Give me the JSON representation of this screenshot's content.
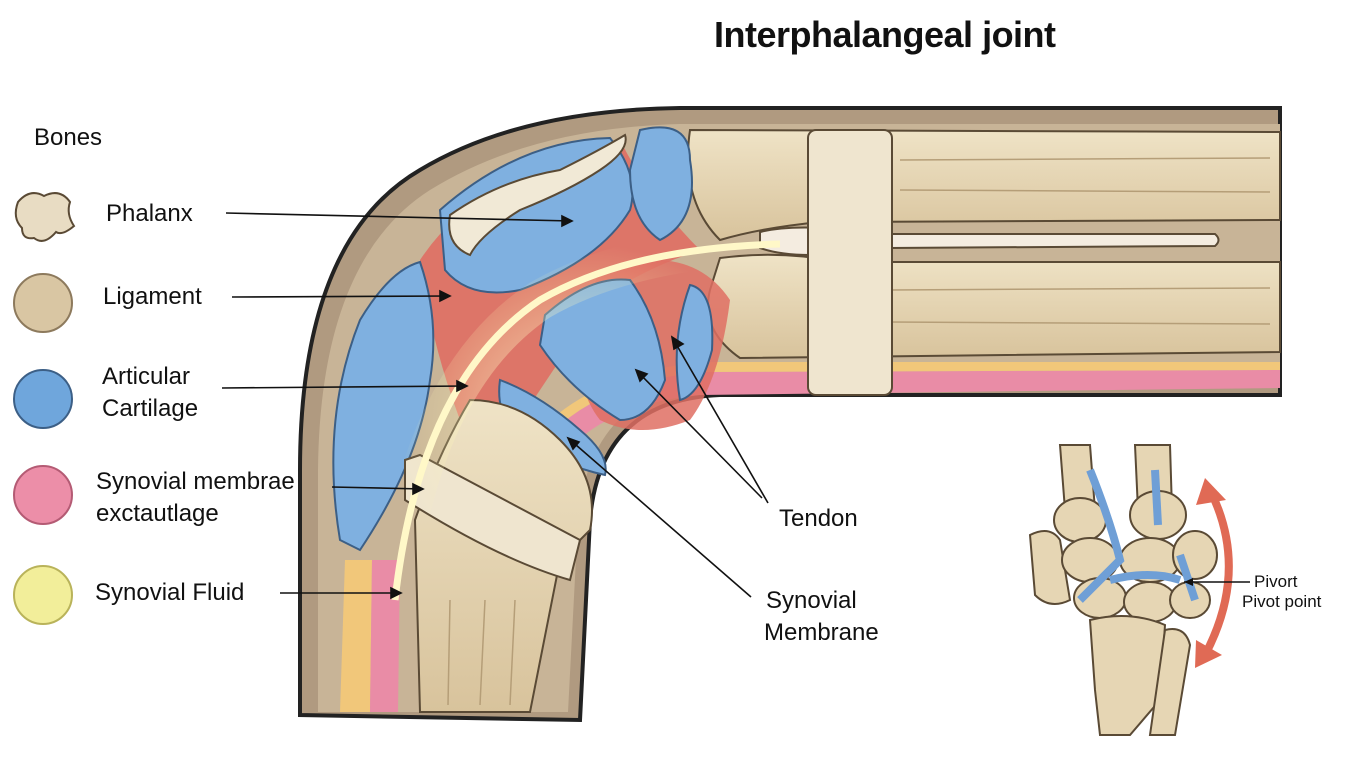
{
  "title": "Interphalangeal joint",
  "legend": {
    "heading": "Bones",
    "items": [
      {
        "label": "Phalanx",
        "color": "#e8dcc3"
      },
      {
        "label": "Ligament",
        "color": "#d9c6a3"
      },
      {
        "label": "Articular",
        "label2": "Cartilage",
        "color": "#6fa6dc"
      },
      {
        "label": "Synovial membrae",
        "label2": "exctautlage",
        "color": "#ec8ea8"
      },
      {
        "label": "Synovial Fluid",
        "color": "#f2ee9a"
      }
    ]
  },
  "callouts": {
    "tendon": "Tendon",
    "synovial_membrane_1": "Synovial",
    "synovial_membrane_2": "Membrane",
    "pivot_1": "Pivort",
    "pivot_2": "Pivot point"
  },
  "colors": {
    "bone": "#e6d6b4",
    "cartilage": "#7fb0e0",
    "ligament_red": "#df6e63",
    "skin": "#a08c74",
    "membrane_pink": "#e98ca6",
    "fluid_yellow": "#fbf6b0",
    "arrow_red": "#e06a55"
  }
}
